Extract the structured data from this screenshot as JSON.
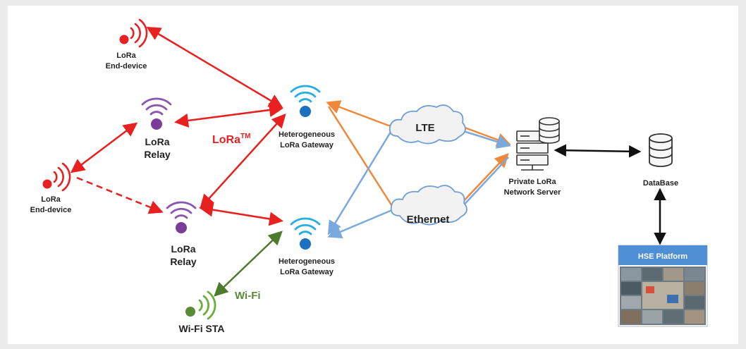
{
  "nodes": {
    "end_device_top": {
      "line1": "LoRa",
      "line2": "End-device"
    },
    "end_device_left": {
      "line1": "LoRa",
      "line2": "End-device"
    },
    "relay_top": {
      "line1": "LoRa",
      "line2": "Relay"
    },
    "relay_bottom": {
      "line1": "LoRa",
      "line2": "Relay"
    },
    "gateway_top": {
      "line1": "Heterogeneous",
      "line2": "LoRa Gateway"
    },
    "gateway_bottom": {
      "line1": "Heterogeneous",
      "line2": "LoRa Gateway"
    },
    "wifi_sta": {
      "label": "Wi-Fi STA"
    },
    "server": {
      "line1": "Private LoRa",
      "line2": "Network Server"
    },
    "database": {
      "label": "DataBase"
    },
    "platform": {
      "title": "HSE Platform"
    }
  },
  "networks": {
    "lte": "LTE",
    "ethernet": "Ethernet"
  },
  "link_labels": {
    "lora": "LoRa",
    "lora_tm": "TM",
    "wifi": "Wi-Fi"
  },
  "colors": {
    "lora_red": "#e8201f",
    "relay_purple": "#7a3d9a",
    "gateway_blue": "#1d6fc2",
    "wave_cyan": "#25aee3",
    "wifi_green": "#5a8a36",
    "link_orange": "#f0883a",
    "link_blue": "#7aa9dd",
    "platform_header": "#4f8fd6"
  }
}
